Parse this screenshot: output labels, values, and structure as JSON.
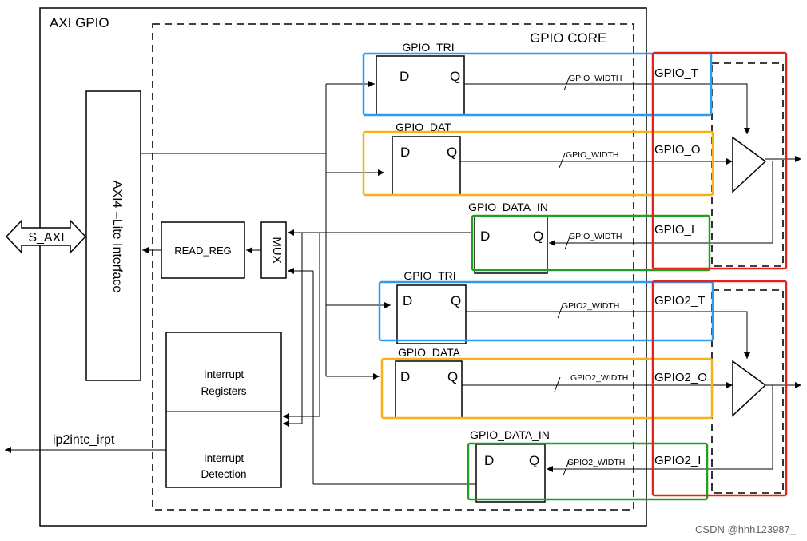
{
  "labels": {
    "axi_gpio": "AXI GPIO",
    "gpio_core": "GPIO CORE",
    "s_axi": "S_AXI",
    "axi4_lite": "AXI4 –Lite Interface",
    "read_reg": "READ_REG",
    "mux": "MUX",
    "int_registers_1": "Interrupt",
    "int_registers_2": "Registers",
    "int_detection_1": "Interrupt",
    "int_detection_2": "Detection",
    "ip2intc": "ip2intc_irpt",
    "d": "D",
    "q": "Q",
    "ch1_tri": "GPIO_TRI",
    "ch1_data": "GPIO_DAT",
    "ch1_data_in": "GPIO_DATA_IN",
    "ch2_tri": "GPIO_TRI",
    "ch2_data": "GPIO_DATA",
    "ch2_data_in": "GPIO_DATA_IN",
    "gpio_width": "GPIO_WIDTH",
    "gpio2_width": "GPIO2_WIDTH",
    "gpio_t": "GPIO_T",
    "gpio_o": "GPIO_O",
    "gpio_i": "GPIO_I",
    "gpio2_t": "GPIO2_T",
    "gpio2_o": "GPIO2_O",
    "gpio2_i": "GPIO2_I",
    "watermark": "CSDN @hhh123987_"
  },
  "colors": {
    "tri_highlight": "#2e9bef",
    "data_highlight": "#f5b318",
    "data_in_highlight": "#20a020",
    "io_highlight": "#e8201a"
  }
}
